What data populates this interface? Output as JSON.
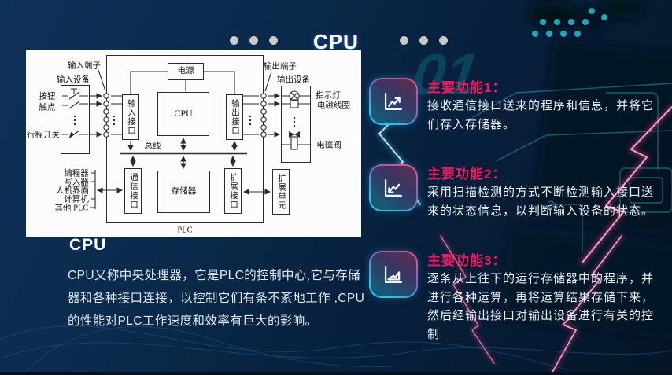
{
  "header": {
    "title": "CPU",
    "decor_dots_per_side": 3
  },
  "background": {
    "watermark": "01"
  },
  "diagram": {
    "labels": {
      "input_terminal": "输入端子",
      "input_device": "输入设备",
      "button": "按钮",
      "contact": "触点",
      "limit_switch": "行程开关",
      "power": "电源",
      "cpu": "CPU",
      "input_if": "输入接口",
      "output_if": "输出接口",
      "bus": "总线",
      "comm_if": "通信接口",
      "memory": "存储器",
      "exp_if": "扩展接口",
      "exp_unit": "扩展单元",
      "output_terminal": "输出端子",
      "output_device": "输出设备",
      "indicator": "指示灯",
      "coil": "电磁线圈",
      "valve": "电磁阀",
      "programmer": "编程器",
      "writer": "写入器",
      "hmi": "人机界面",
      "computer": "计算机",
      "other_plc": "其他 PLC",
      "plc": "PLC"
    }
  },
  "description": {
    "heading": "CPU",
    "body": "CPU又称中央处理器，它是PLC的控制中心,它与存储器和各种接口连接，以控制它们有条不紊地工作 ,CPU的性能对PLC工作速度和效率有巨大的影响。"
  },
  "functions": [
    {
      "title": "主要功能1：",
      "body": "接收通信接口送来的程序和信息，并将它们存入存储器。",
      "icon": "trend-up-chart-icon"
    },
    {
      "title": "主要功能2：",
      "body": "采用扫描检测的方式不断检测输入接口送来的状态信息，以判断输入设备的状态。",
      "icon": "trend-down-chart-icon"
    },
    {
      "title": "主要功能3：",
      "body": "逐条从上往下的运行存储器中的程序，并进行各种运算，再将运算结果存储下来，然后经输出接口对输出设备进行有关的控制",
      "icon": "area-chart-icon"
    }
  ],
  "colors": {
    "accent_pink": "#ef1a60",
    "accent_cyan": "#2ec1ea",
    "background_navy": "#0a2949",
    "diagram_ink": "#2b2b2b",
    "diagram_bg": "#fcfcfc",
    "dot_gray": "#c9c9c9"
  }
}
